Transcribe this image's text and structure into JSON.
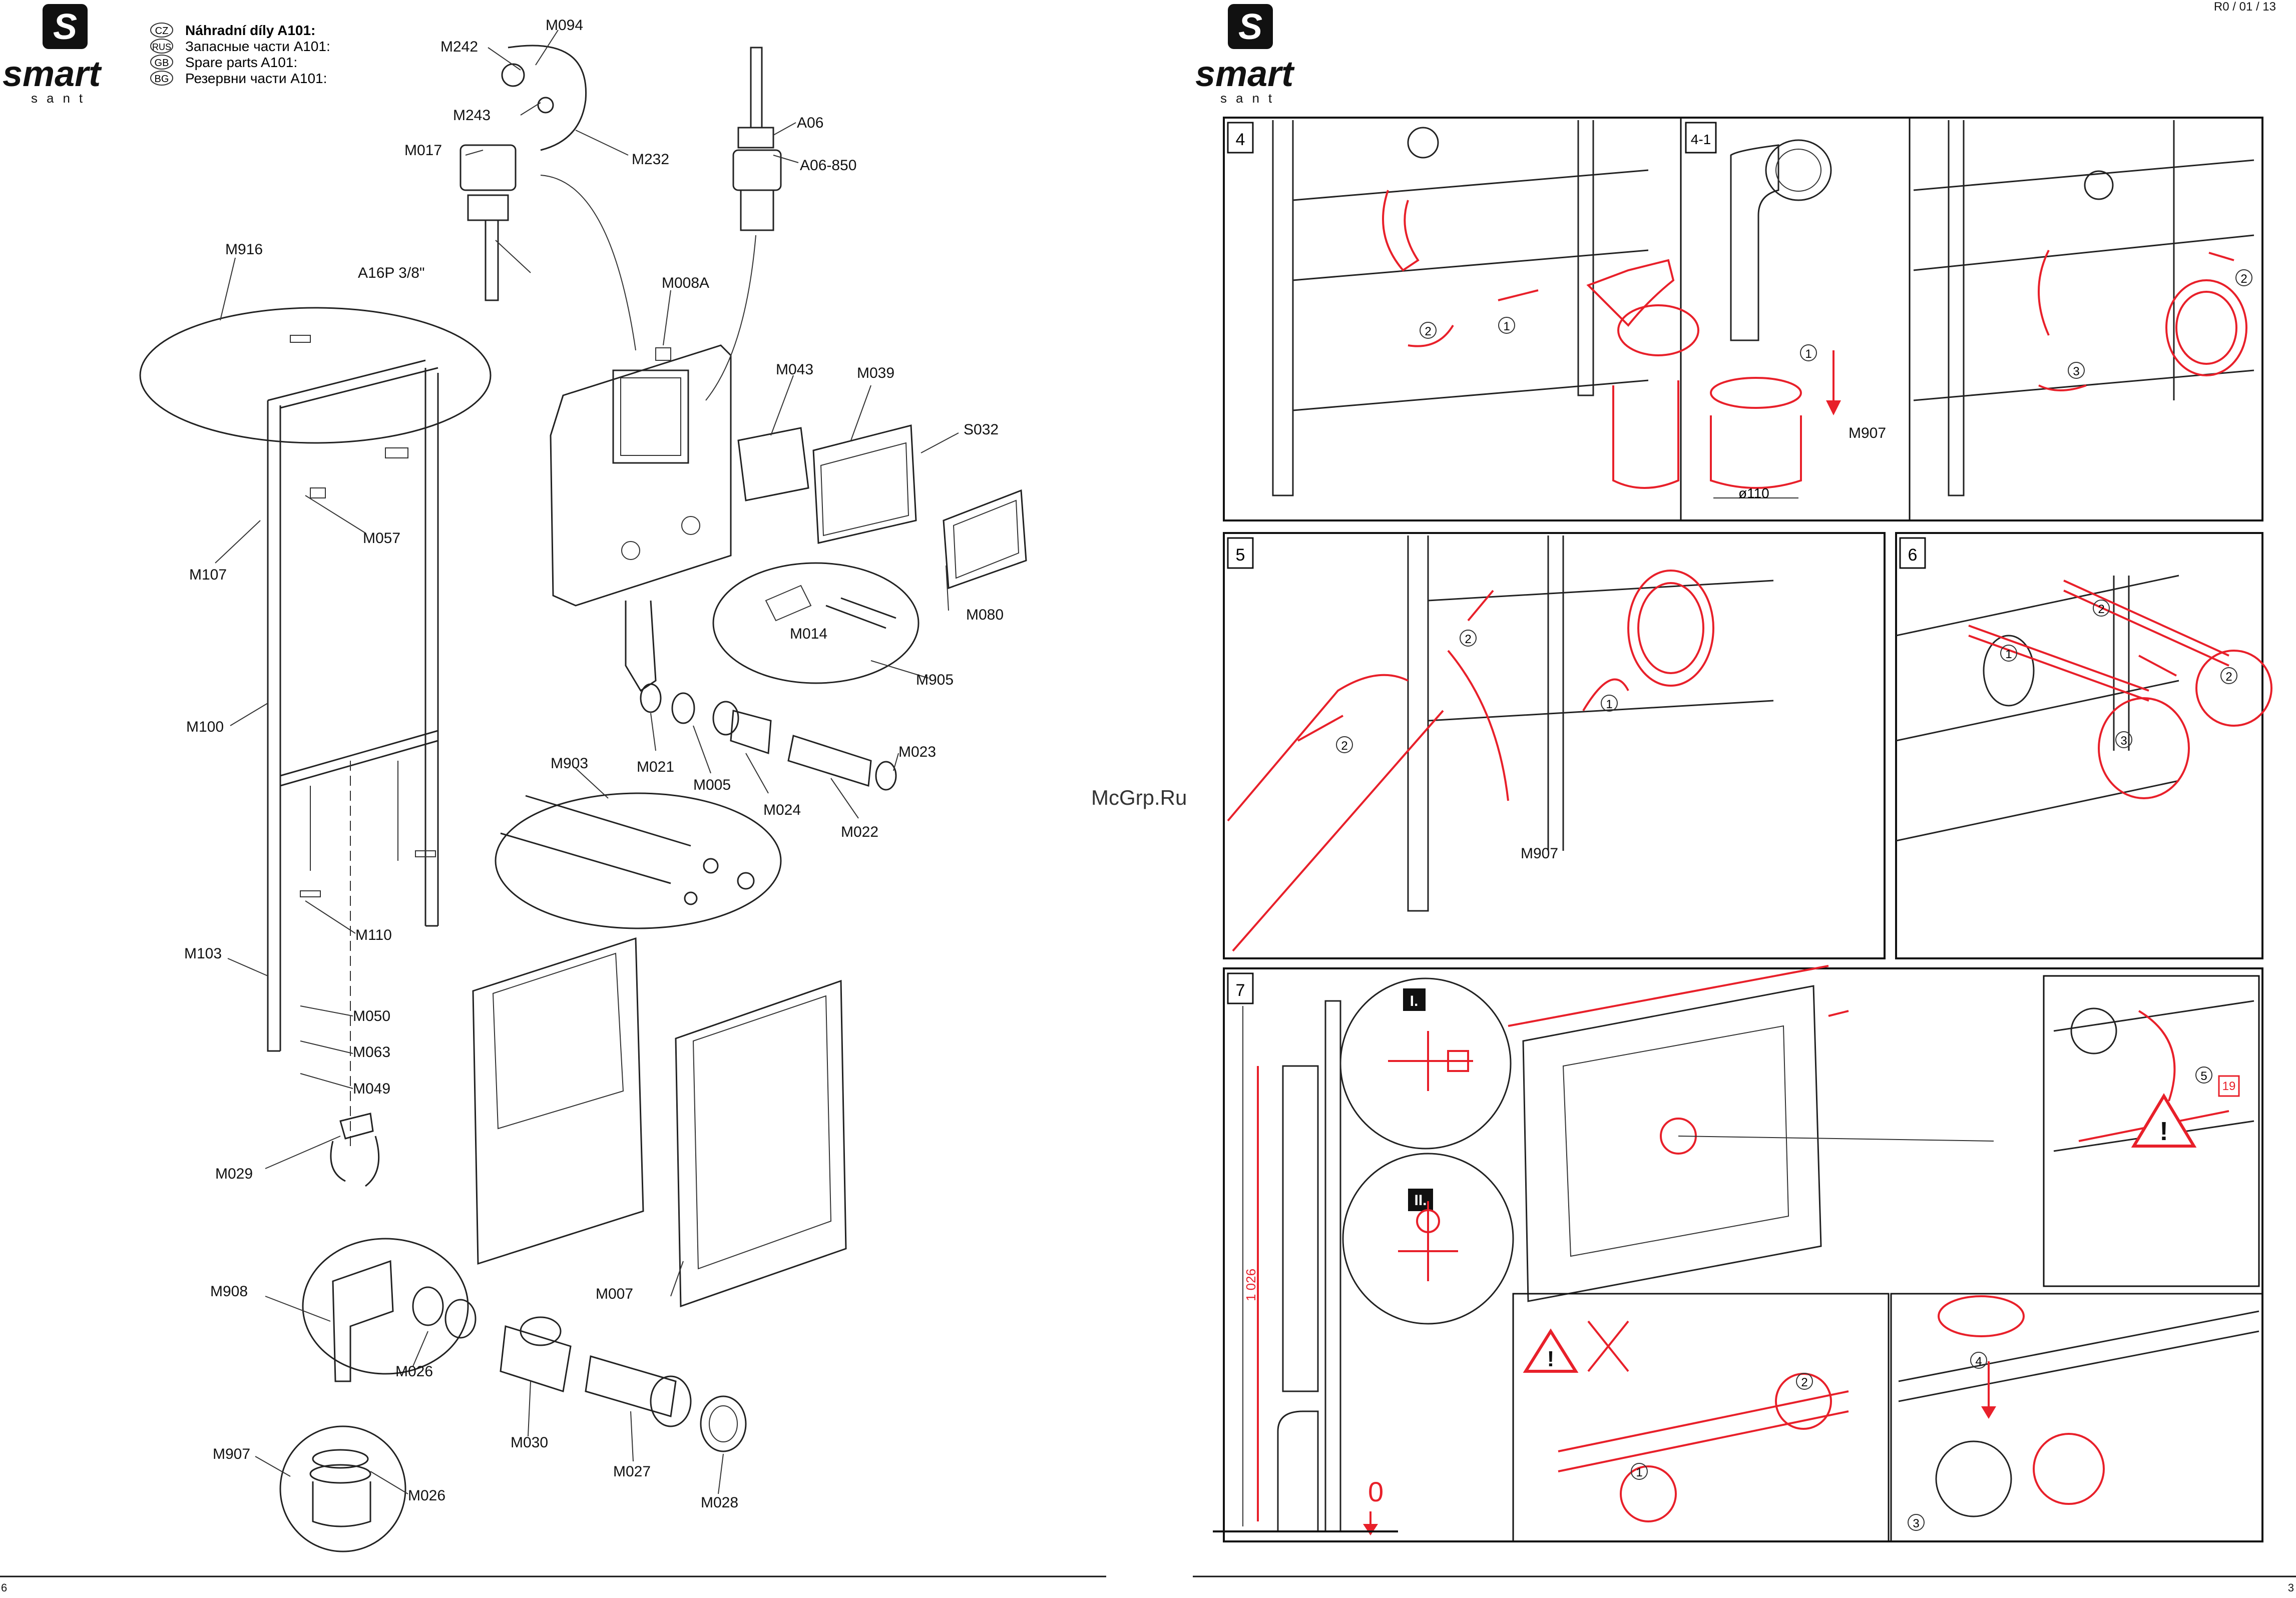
{
  "left_page": {
    "logo": {
      "brand": "smart",
      "sub": "sant"
    },
    "header": {
      "lines": [
        {
          "code": "CZ",
          "text": "Náhradní díly A101:"
        },
        {
          "code": "RUS",
          "text": "Запасные части A101:"
        },
        {
          "code": "GB",
          "text": "Spare parts A101:"
        },
        {
          "code": "BG",
          "text": "Резервни части A101:"
        }
      ]
    },
    "part_labels": {
      "M094": "M094",
      "M242": "M242",
      "M243": "M243",
      "M017": "M017",
      "M232": "M232",
      "A16P": "A16P 3/8\"",
      "A06": "A06",
      "A06_850": "A06-850",
      "M916": "M916",
      "M008A": "M008A",
      "M043": "M043",
      "M039": "M039",
      "S032": "S032",
      "M057": "M057",
      "M107": "M107",
      "M014": "M014",
      "M080": "M080",
      "M905": "M905",
      "M100": "M100",
      "M903": "M903",
      "M021": "M021",
      "M005": "M005",
      "M024": "M024",
      "M023": "M023",
      "M022": "M022",
      "M110": "M110",
      "M103": "M103",
      "M050": "M050",
      "M063": "M063",
      "M049": "M049",
      "M029": "M029",
      "M908": "M908",
      "M026a": "M026",
      "M030": "M030",
      "M027": "M027",
      "M028": "M028",
      "M007": "M007",
      "M907": "M907",
      "M026b": "M026"
    },
    "page_number": "6"
  },
  "right_page": {
    "logo": {
      "brand": "smart",
      "sub": "sant"
    },
    "revision": "R0 / 01 / 13",
    "panels": {
      "p4": {
        "step": "4",
        "labels": [
          "1",
          "2"
        ]
      },
      "p41": {
        "step": "4-1",
        "labels": [
          "1"
        ],
        "part": "M907",
        "dim": "ø110"
      },
      "p4b": {
        "labels": [
          "2",
          "3"
        ]
      },
      "p5": {
        "step": "5",
        "labels": [
          "1",
          "2",
          "2"
        ],
        "part": "M907"
      },
      "p6": {
        "step": "6",
        "labels": [
          "1",
          "2",
          "2",
          "3"
        ]
      },
      "p7": {
        "step": "7",
        "sub_i": "I.",
        "sub_ii": "II.",
        "height": "1 026",
        "zero": "0",
        "labels": [
          "1",
          "2",
          "3",
          "4",
          "5"
        ],
        "tag": "19"
      }
    },
    "watermark": "McGrp.Ru",
    "page_number": "3"
  },
  "colors": {
    "accent_red": "#e8202a",
    "ink": "#111111"
  },
  "icon_names": [
    "smart-logo-icon",
    "warning-icon",
    "arrow-down-icon"
  ]
}
